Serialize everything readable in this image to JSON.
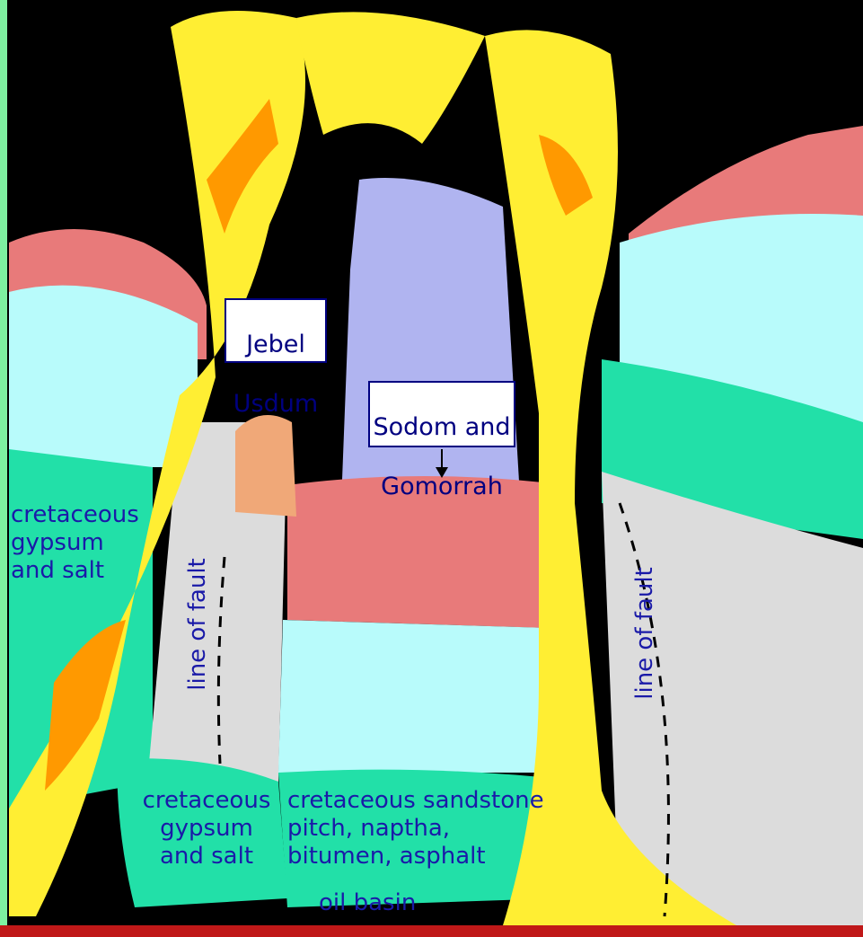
{
  "labels": {
    "jebel_usdum": [
      "Jebel",
      "Usdum"
    ],
    "sodom_gomorrah": [
      "Sodom and",
      "Gomorrah"
    ]
  },
  "strata": {
    "left_gypsum": [
      "cretaceous",
      "gypsum",
      "and salt"
    ],
    "center_gypsum": [
      "cretaceous",
      "gypsum",
      "and salt"
    ],
    "sandstone": [
      "cretaceous sandstone",
      "pitch, naptha,",
      "bitumen, asphalt"
    ],
    "oil_basin": "oil basin"
  },
  "faults": {
    "left": "line of fault",
    "right": "line of fault"
  },
  "colors": {
    "sky": "#000000",
    "fire_yellow": "#ffee33",
    "fire_orange": "#ff9900",
    "salmon": "#e87a7a",
    "light_cyan": "#b8fbfb",
    "teal": "#22e0a8",
    "grey": "#dcdcdc",
    "lavender": "#b0b4f0",
    "tan": "#f0a878",
    "label_text": "#1a1aa8",
    "left_border": "#7ef0a0",
    "bottom_border": "#c01818"
  }
}
